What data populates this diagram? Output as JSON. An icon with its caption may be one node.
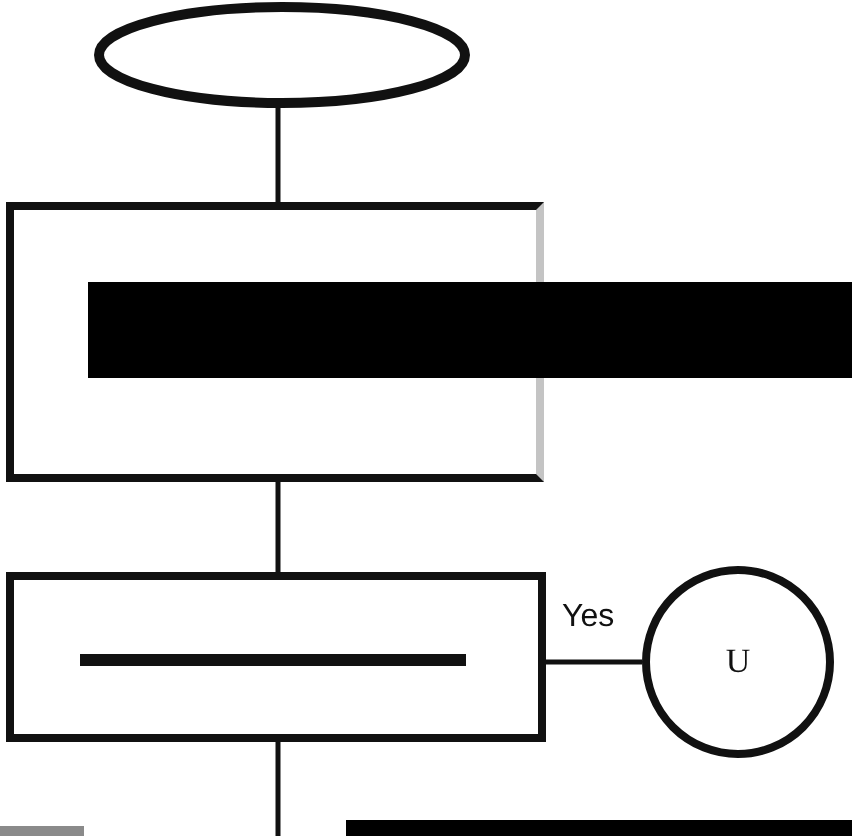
{
  "diagram": {
    "nodes": [
      {
        "text": [],
        "shape": "ellipse"
      },
      {
        "text": [],
        "shape": "box"
      },
      {
        "text": [],
        "shape": "box"
      },
      {
        "text": [
          "U"
        ]
      }
    ],
    "edges": [
      {
        "from": 0,
        "to": 1,
        "arrow": "none"
      },
      {
        "from": 1,
        "to": 2,
        "arrow": "none"
      },
      {
        "from": 2,
        "to": 3,
        "arrow": "none",
        "label": "Yes"
      },
      {
        "from": 2,
        "to": null,
        "arrow": "none"
      }
    ]
  }
}
